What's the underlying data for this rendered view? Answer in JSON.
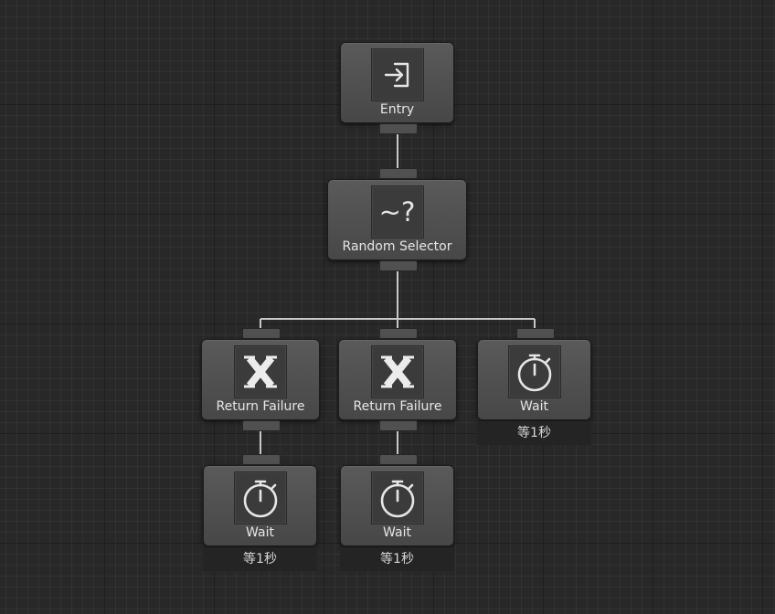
{
  "tree": {
    "entry": {
      "label": "Entry",
      "icon": "entry-icon"
    },
    "random_selector": {
      "label": "Random Selector",
      "icon_text": "~?",
      "icon": "random-selector-icon"
    },
    "return_failure_1": {
      "label": "Return Failure",
      "icon": "return-failure-icon"
    },
    "return_failure_2": {
      "label": "Return Failure",
      "icon": "return-failure-icon"
    },
    "wait_right": {
      "label": "Wait",
      "comment": "等1秒",
      "icon": "stopwatch-icon"
    },
    "wait_left": {
      "label": "Wait",
      "comment": "等1秒",
      "icon": "stopwatch-icon"
    },
    "wait_middle": {
      "label": "Wait",
      "comment": "等1秒",
      "icon": "stopwatch-icon"
    }
  },
  "colors": {
    "canvas": "#282828",
    "node": "#4f4f4f",
    "wire": "#c8c8c8",
    "icon": "#e6e6e6"
  }
}
